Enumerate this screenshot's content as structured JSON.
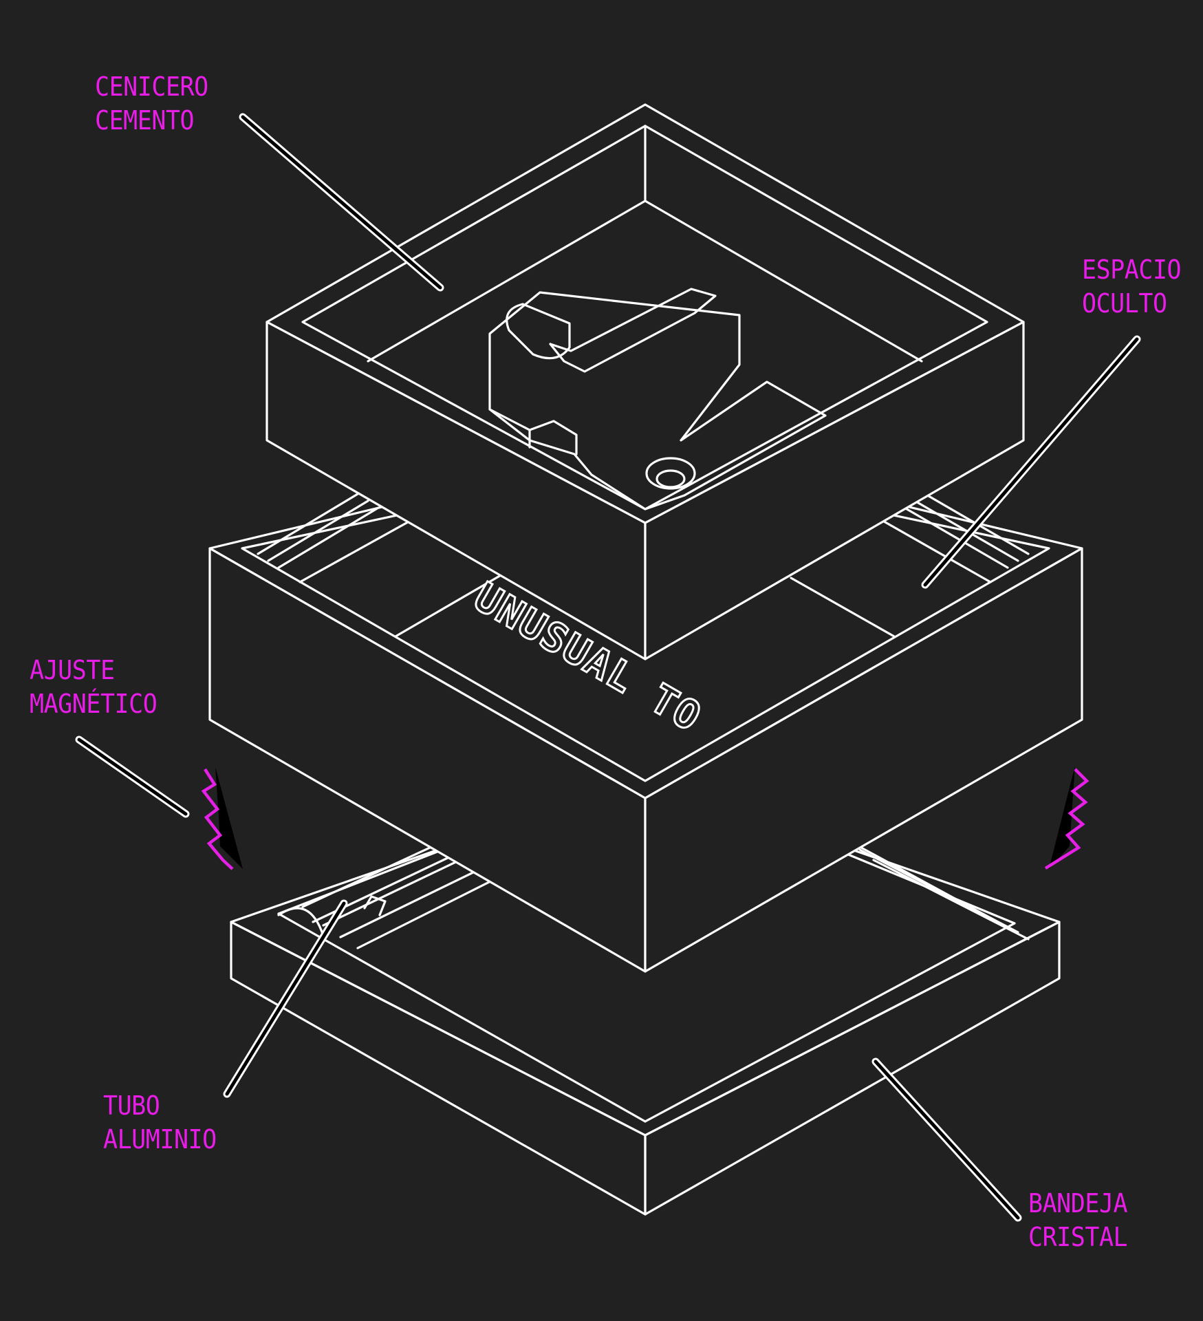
{
  "labels": {
    "cenicero": [
      "CENICERO",
      "CEMENTO"
    ],
    "espacio": [
      "ESPACIO",
      "OCULTO"
    ],
    "ajuste": [
      "AJUSTE",
      "MAGNÉTICO"
    ],
    "tubo": [
      "TUBO",
      "ALUMINIO"
    ],
    "bandeja": [
      "BANDEJA",
      "CRISTAL"
    ]
  },
  "logo_text": "UNUSUAL TO",
  "colors": {
    "background": "#212121",
    "line": "#ffffff",
    "accent": "#e81ee8"
  }
}
